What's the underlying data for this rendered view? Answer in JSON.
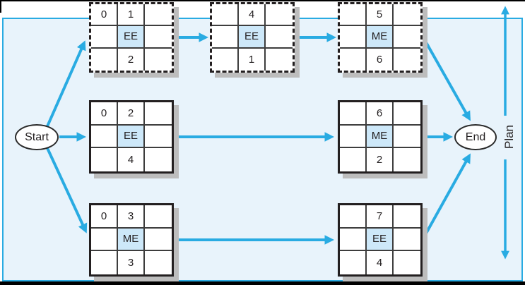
{
  "palette": {
    "arrow": "#29abe2",
    "panel_fill": "#e8f3fb",
    "panel_border": "#29abe2",
    "box_border": "#231f20",
    "cell_highlight": "#cde8f9",
    "shadow": "#bdbdbd",
    "text": "#231f20"
  },
  "nodes": {
    "start_label": "Start",
    "end_label": "End"
  },
  "plan_label": "Plan",
  "boxes": [
    {
      "id": "plan-a1",
      "style": "dashed",
      "top_left": "0",
      "top_mid": "1",
      "center": "EE",
      "bottom_mid": "2"
    },
    {
      "id": "plan-a2",
      "style": "dashed",
      "top_left": "",
      "top_mid": "4",
      "center": "EE",
      "bottom_mid": "1"
    },
    {
      "id": "plan-a3",
      "style": "dashed",
      "top_left": "",
      "top_mid": "5",
      "center": "ME",
      "bottom_mid": "6"
    },
    {
      "id": "path-b1",
      "style": "solid",
      "top_left": "0",
      "top_mid": "2",
      "center": "EE",
      "bottom_mid": "4"
    },
    {
      "id": "path-b2",
      "style": "solid",
      "top_left": "",
      "top_mid": "6",
      "center": "ME",
      "bottom_mid": "2"
    },
    {
      "id": "path-c1",
      "style": "solid",
      "top_left": "0",
      "top_mid": "3",
      "center": "ME",
      "bottom_mid": "3"
    },
    {
      "id": "path-c2",
      "style": "solid",
      "top_left": "",
      "top_mid": "7",
      "center": "EE",
      "bottom_mid": "4"
    }
  ]
}
